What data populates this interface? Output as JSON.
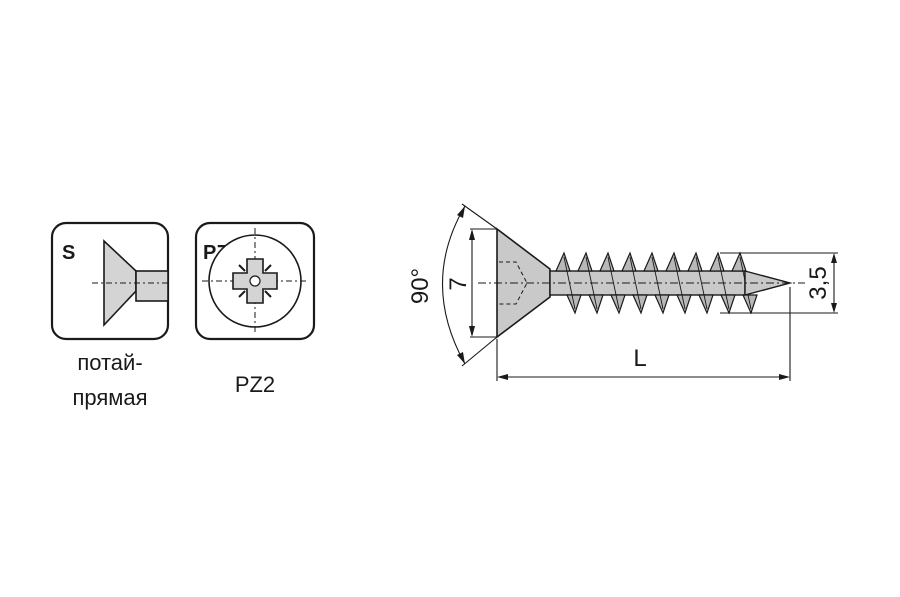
{
  "head_type_icon": {
    "letter": "S",
    "caption_line1": "потай-",
    "caption_line2": "прямая"
  },
  "drive_type_icon": {
    "letter": "PZ",
    "caption": "PZ2"
  },
  "screw_drawing": {
    "angle_label": "90°",
    "head_diameter_label": "7",
    "thread_diameter_label": "3,5",
    "length_label": "L"
  },
  "colors": {
    "line": "#1a1a1a",
    "metal": "#c9c9c9",
    "thread": "#b8b8b8",
    "white": "#ffffff"
  }
}
